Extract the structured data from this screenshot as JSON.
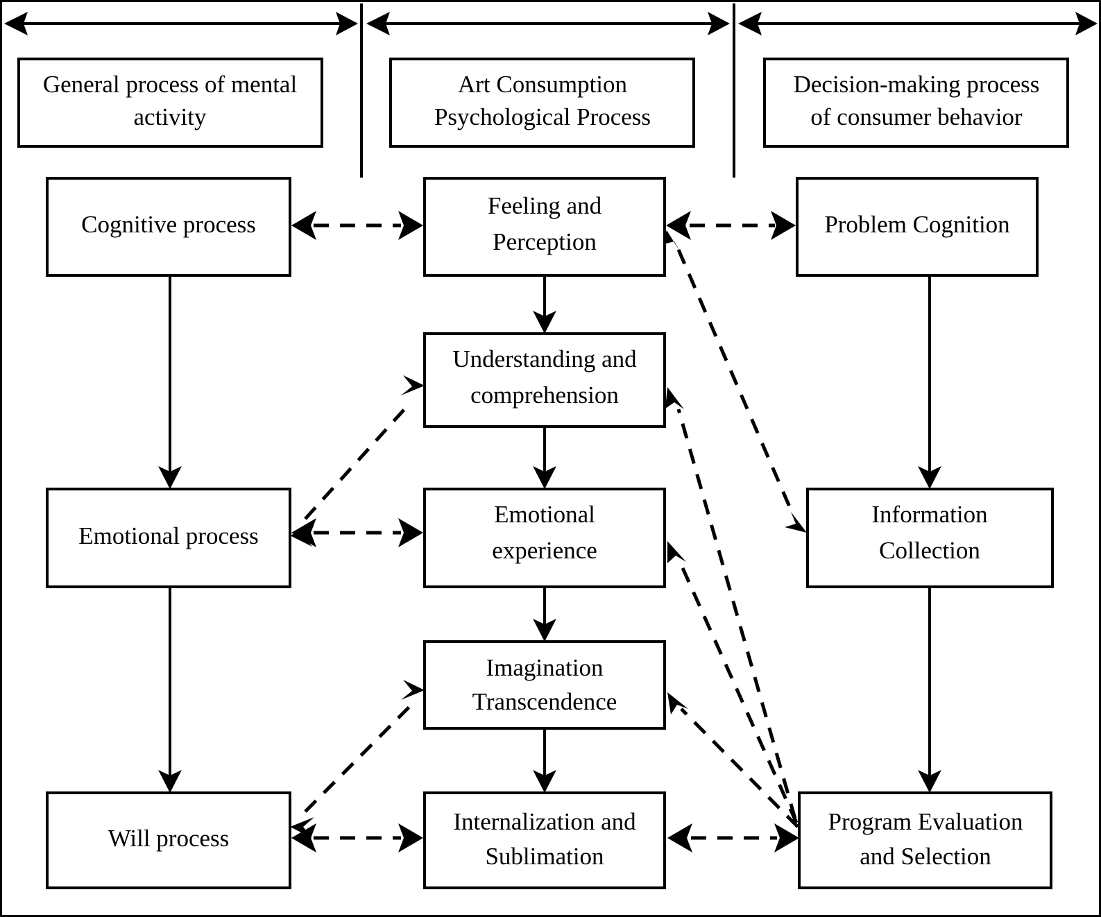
{
  "figure": {
    "title": "Art consumption psychological process mapped to mental activity and consumer decision-making",
    "type": "flow-diagram",
    "orientation": "three-column comparative flow"
  },
  "columns": [
    {
      "id": "general-mental",
      "header": {
        "line1": "General process of mental",
        "line2": "activity"
      },
      "span_arrow": "double-headed"
    },
    {
      "id": "art-consumption",
      "header": {
        "line1": "Art Consumption",
        "line2": "Psychological Process"
      },
      "span_arrow": "double-headed"
    },
    {
      "id": "consumer-decision",
      "header": {
        "line1": "Decision-making process",
        "line2": "of consumer behavior"
      },
      "span_arrow": "double-headed"
    }
  ],
  "nodes": {
    "cognitive_process": {
      "line1": "Cognitive process",
      "line2": ""
    },
    "emotional_process": {
      "line1": "Emotional process",
      "line2": ""
    },
    "will_process": {
      "line1": "Will process",
      "line2": ""
    },
    "feeling_perception": {
      "line1": "Feeling and",
      "line2": "Perception"
    },
    "understanding_comprehension": {
      "line1": "Understanding and",
      "line2": "comprehension"
    },
    "emotional_experience": {
      "line1": "Emotional",
      "line2": "experience"
    },
    "imagination_transcendence": {
      "line1": "Imagination",
      "line2": "Transcendence"
    },
    "internalization_sublimation": {
      "line1": "Internalization and",
      "line2": "Sublimation"
    },
    "problem_cognition": {
      "line1": "Problem Cognition",
      "line2": ""
    },
    "information_collection": {
      "line1": "Information",
      "line2": "Collection"
    },
    "program_evaluation": {
      "line1": "Program Evaluation",
      "line2": "and Selection"
    }
  },
  "edges": [
    {
      "from": "cognitive_process",
      "to": "emotional_process",
      "style": "solid",
      "arrow": "single"
    },
    {
      "from": "emotional_process",
      "to": "will_process",
      "style": "solid",
      "arrow": "single"
    },
    {
      "from": "feeling_perception",
      "to": "understanding_comprehension",
      "style": "solid",
      "arrow": "single"
    },
    {
      "from": "understanding_comprehension",
      "to": "emotional_experience",
      "style": "solid",
      "arrow": "single"
    },
    {
      "from": "emotional_experience",
      "to": "imagination_transcendence",
      "style": "solid",
      "arrow": "single"
    },
    {
      "from": "imagination_transcendence",
      "to": "internalization_sublimation",
      "style": "solid",
      "arrow": "single"
    },
    {
      "from": "problem_cognition",
      "to": "information_collection",
      "style": "solid",
      "arrow": "single"
    },
    {
      "from": "information_collection",
      "to": "program_evaluation",
      "style": "solid",
      "arrow": "single"
    },
    {
      "from": "cognitive_process",
      "to": "feeling_perception",
      "style": "dashed",
      "arrow": "double"
    },
    {
      "from": "emotional_process",
      "to": "emotional_experience",
      "style": "dashed",
      "arrow": "double"
    },
    {
      "from": "will_process",
      "to": "internalization_sublimation",
      "style": "dashed",
      "arrow": "double"
    },
    {
      "from": "feeling_perception",
      "to": "problem_cognition",
      "style": "dashed",
      "arrow": "double"
    },
    {
      "from": "internalization_sublimation",
      "to": "program_evaluation",
      "style": "dashed",
      "arrow": "double"
    },
    {
      "from": "emotional_process",
      "to": "understanding_comprehension",
      "style": "dashed",
      "arrow": "double",
      "diagonal": true
    },
    {
      "from": "will_process",
      "to": "imagination_transcendence",
      "style": "dashed",
      "arrow": "double",
      "diagonal": true
    },
    {
      "from": "feeling_perception",
      "to": "information_collection",
      "style": "dashed",
      "arrow": "double",
      "diagonal": true
    },
    {
      "from": "program_evaluation",
      "to": "understanding_comprehension",
      "style": "dashed",
      "arrow": "single",
      "diagonal": true
    },
    {
      "from": "program_evaluation",
      "to": "emotional_experience",
      "style": "dashed",
      "arrow": "single",
      "diagonal": true
    },
    {
      "from": "program_evaluation",
      "to": "imagination_transcendence",
      "style": "dashed",
      "arrow": "single",
      "diagonal": true
    }
  ],
  "colors": {
    "stroke": "#000000",
    "fill": "#ffffff",
    "text": "#000000"
  }
}
